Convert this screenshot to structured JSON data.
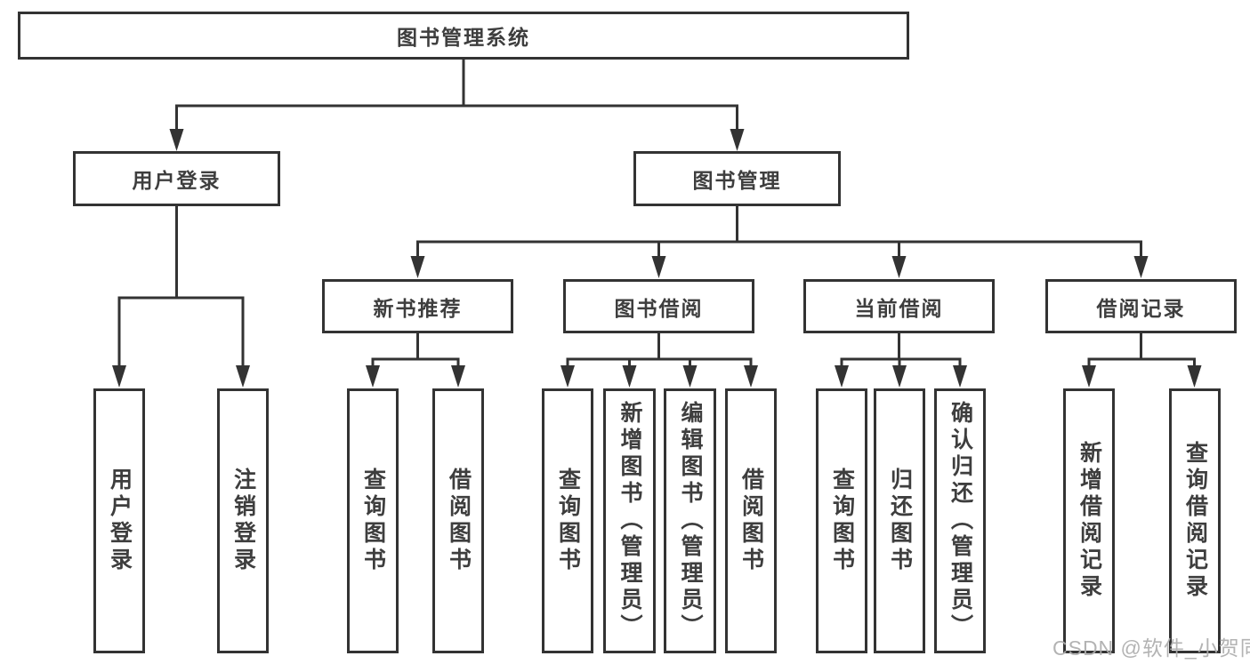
{
  "tree": {
    "root": {
      "label": "图书管理系统"
    },
    "branches": [
      {
        "label": "用户登录",
        "children": [
          {
            "label": "用户登录"
          },
          {
            "label": "注销登录"
          }
        ]
      },
      {
        "label": "图书管理",
        "children": [
          {
            "label": "新书推荐",
            "children": [
              {
                "label": "查询图书"
              },
              {
                "label": "借阅图书"
              }
            ]
          },
          {
            "label": "图书借阅",
            "children": [
              {
                "label": "查询图书"
              },
              {
                "label": "新增图书（管理员）"
              },
              {
                "label": "编辑图书（管理员）"
              },
              {
                "label": "借阅图书"
              }
            ]
          },
          {
            "label": "当前借阅",
            "children": [
              {
                "label": "查询图书"
              },
              {
                "label": "归还图书"
              },
              {
                "label": "确认归还（管理员）"
              }
            ]
          },
          {
            "label": "借阅记录",
            "children": [
              {
                "label": "新增借阅记录"
              },
              {
                "label": "查询借阅记录"
              }
            ]
          }
        ]
      }
    ]
  },
  "watermark": {
    "text": "CSDN @软件_小贺同学",
    "color": "#acacac"
  },
  "colors": {
    "line": "#333333",
    "box_border": "#333333",
    "text": "#3e3e3e",
    "background": "#ffffff"
  }
}
